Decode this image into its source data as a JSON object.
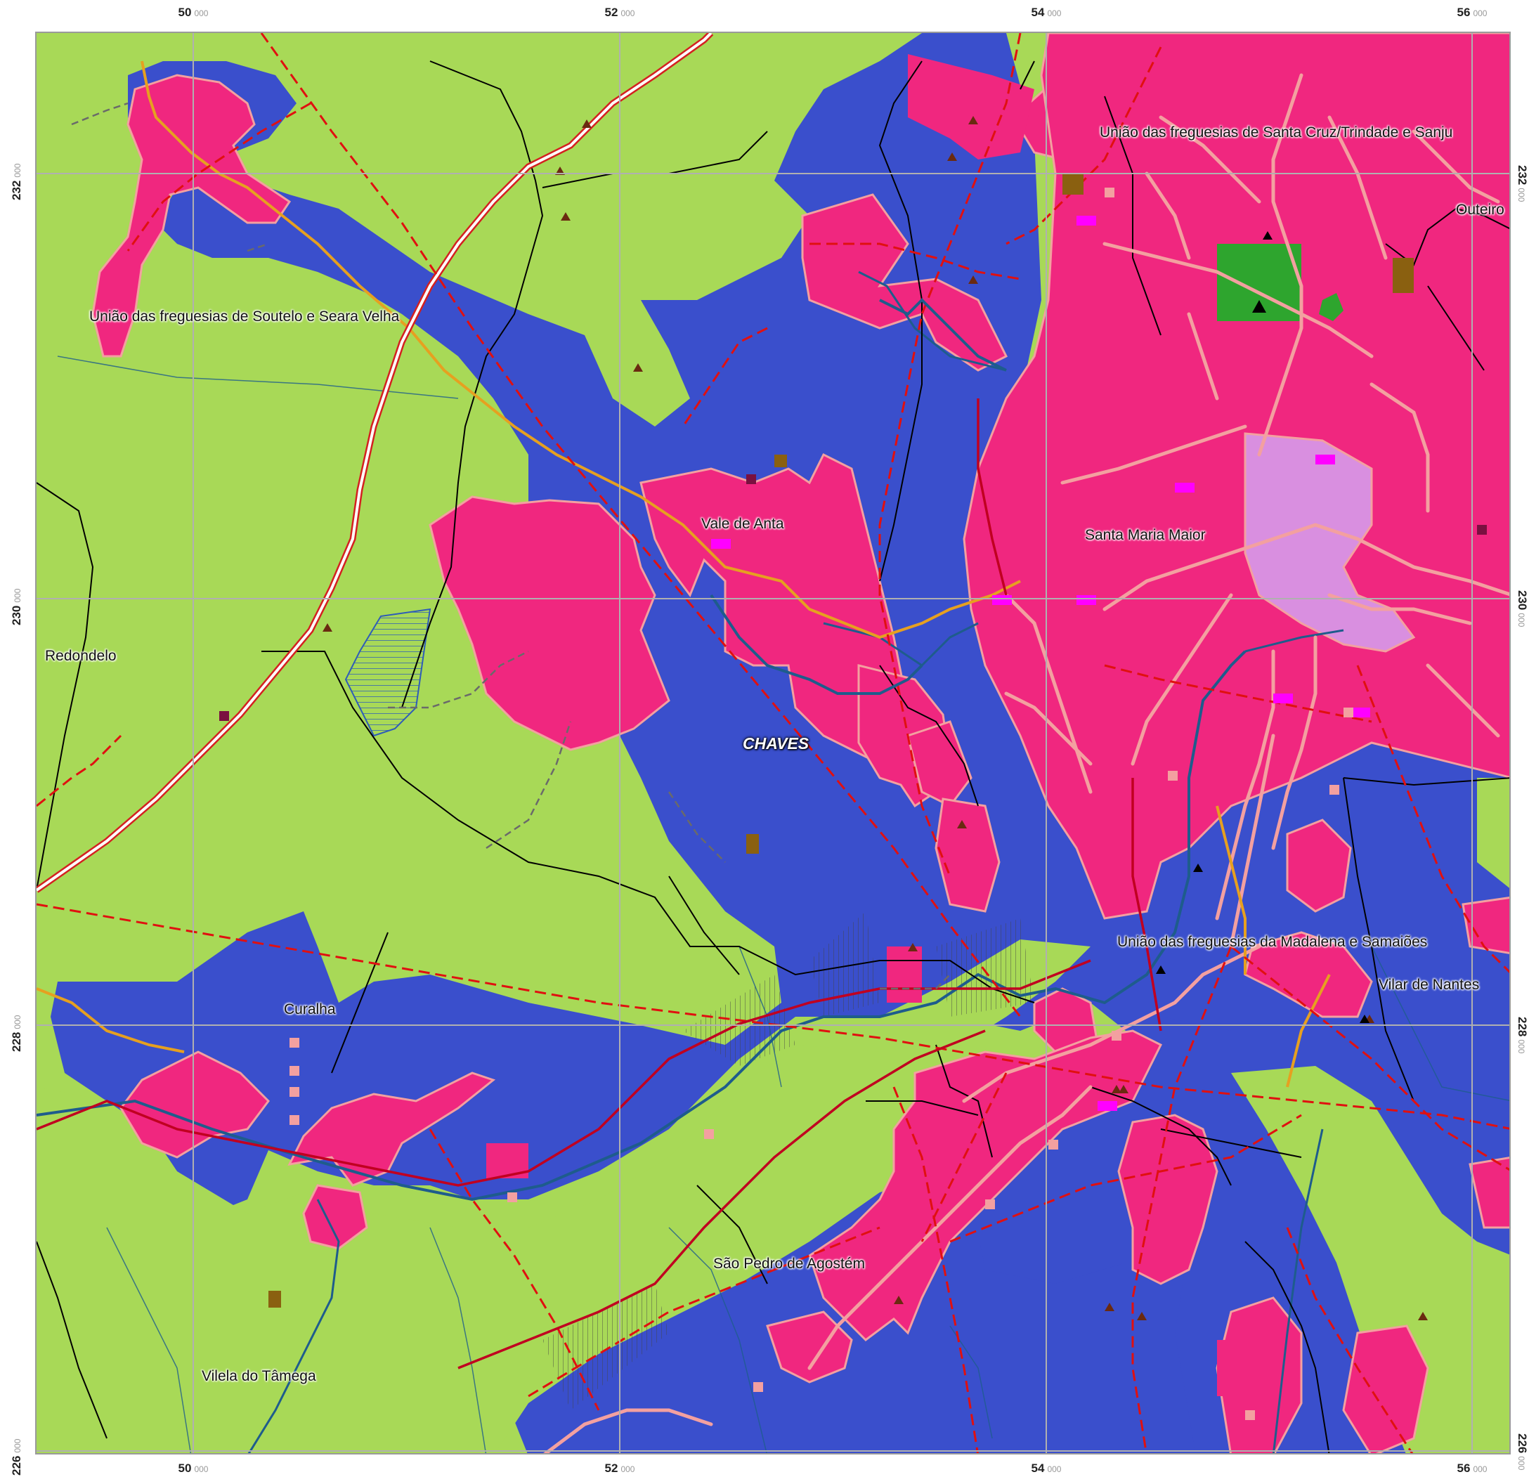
{
  "map": {
    "grid_x_labels": [
      {
        "major": "50",
        "minor": "000"
      },
      {
        "major": "52",
        "minor": "000"
      },
      {
        "major": "54",
        "minor": "000"
      },
      {
        "major": "56",
        "minor": "000"
      }
    ],
    "grid_y_labels": [
      {
        "major": "232",
        "minor": "000"
      },
      {
        "major": "230",
        "minor": "000"
      },
      {
        "major": "228",
        "minor": "000"
      },
      {
        "major": "226",
        "minor": "000"
      }
    ],
    "municipality": "CHAVES",
    "place_labels": [
      "União das freguesias de Soutelo e Seara Velha",
      "União das freguesias de Santa Cruz/Trindade e Sanju",
      "Outeiro",
      "Vale de Anta",
      "Santa Maria Maior",
      "Redondelo",
      "União das freguesias da Madalena e Samaiões",
      "Vilar de Nantes",
      "Curalha",
      "São Pedro de Agostém",
      "Vilela do Tâmega"
    ],
    "colors": {
      "agricultural": "#a8d957",
      "forest": "#3a4fcc",
      "urban": "#f0277f",
      "urban_border": "#f3a0a0",
      "historic_center": "#d98fe0",
      "green_space": "#2ea52e",
      "river": "#1e5c8c",
      "boundary": "#000000",
      "road_network": "#e85a5a",
      "main_road": "#e6a020",
      "red_dashed": "#e01010",
      "grid": "#b0b0b0"
    }
  }
}
